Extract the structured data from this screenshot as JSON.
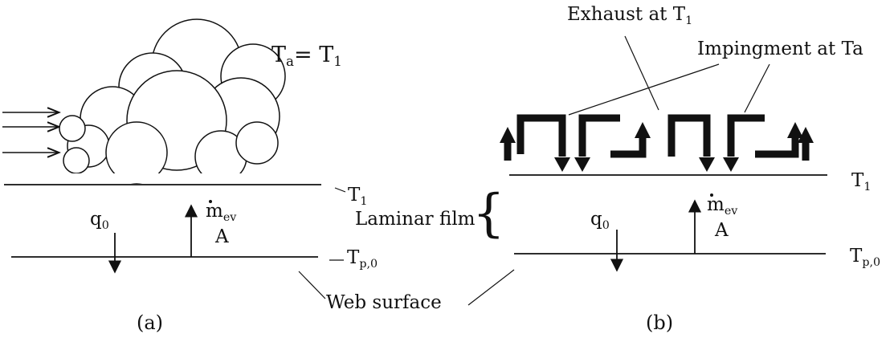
{
  "panel_a": {
    "ta": "T",
    "ta_sub": "a",
    "ta_eq": "= T",
    "ta_eq_sub": "1",
    "t1": "T",
    "t1_sub": "1",
    "tp": "T",
    "tp_sub": "p,0",
    "q": "q",
    "q_sub": "0",
    "m": "m",
    "m_sub": "ev",
    "a": "A",
    "caption": "(a)"
  },
  "panel_b": {
    "exhaust": "Exhaust at T",
    "exhaust_sub": "1",
    "impingement": "Impingment at Ta",
    "laminar": "Laminar film",
    "brace": "{",
    "t1": "T",
    "t1_sub": "1",
    "tp": "T",
    "tp_sub": "p,0",
    "q": "q",
    "q_sub": "0",
    "m": "m",
    "m_sub": "ev",
    "a": "A",
    "caption": "(b)"
  },
  "shared": {
    "web_surface": "Web surface"
  }
}
